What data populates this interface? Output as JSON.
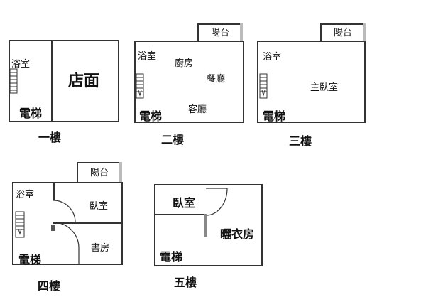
{
  "floors": [
    {
      "name": "一樓",
      "rooms": {
        "bath": "浴室",
        "elevator": "電梯",
        "shop": "店面"
      }
    },
    {
      "name": "二樓",
      "balcony": "陽台",
      "rooms": {
        "bath": "浴室",
        "kitchen": "廚房",
        "dining": "餐廳",
        "living": "客廳",
        "elevator": "電梯"
      }
    },
    {
      "name": "三樓",
      "balcony": "陽台",
      "rooms": {
        "bath": "浴室",
        "master_bedroom": "主臥室",
        "elevator": "電梯"
      }
    },
    {
      "name": "四樓",
      "balcony": "陽台",
      "rooms": {
        "bath": "浴室",
        "bedroom": "臥室",
        "study": "書房",
        "elevator": "電梯"
      }
    },
    {
      "name": "五樓",
      "rooms": {
        "bedroom": "臥室",
        "drying_room": "曬衣房",
        "elevator": "電梯"
      }
    }
  ],
  "icons": [
    "stair-icon",
    "door-swing-icon"
  ]
}
